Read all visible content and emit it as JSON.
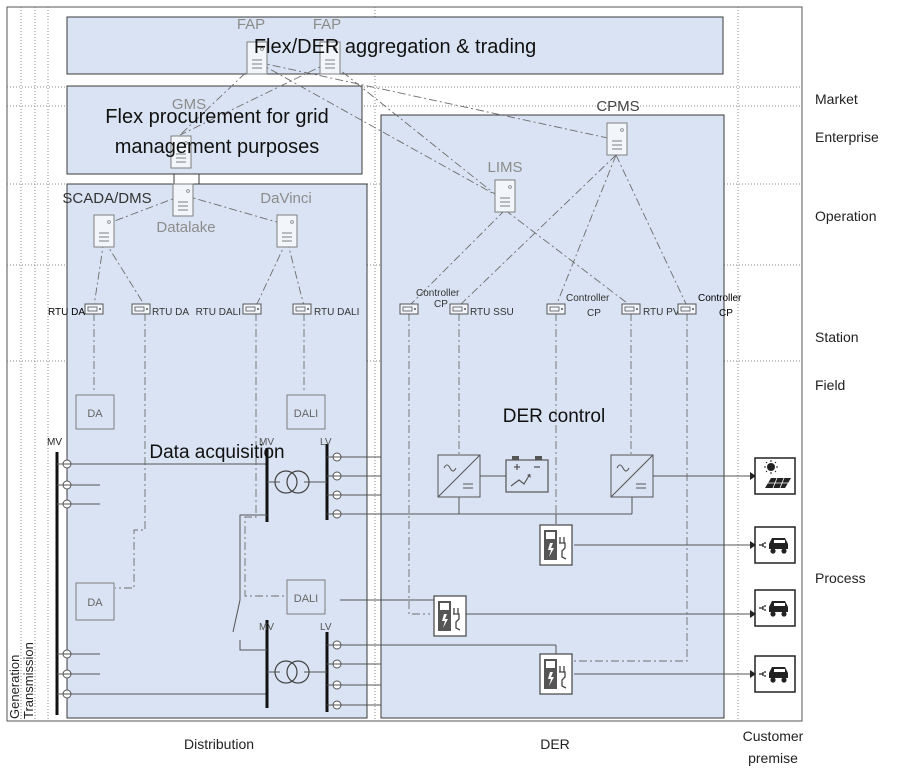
{
  "zones": {
    "distribution": "Distribution",
    "der": "DER",
    "customer_premise_line1": "Customer",
    "customer_premise_line2": "premise",
    "generation": "Generation",
    "transmission": "Transmission"
  },
  "levels": {
    "market": "Market",
    "enterprise": "Enterprise",
    "operation": "Operation",
    "station": "Station",
    "field": "Field",
    "process": "Process"
  },
  "boxes": {
    "flex_trading": "Flex/DER aggregation & trading",
    "flex_procurement_line1": "Flex procurement for grid",
    "flex_procurement_line2": "management purposes",
    "data_acquisition": "Data acquisition",
    "der_control": "DER control"
  },
  "servers": {
    "fap1": "FAP",
    "fap2": "FAP",
    "gms": "GMS",
    "cpms": "CPMS",
    "lims": "LIMS",
    "scada": "SCADA/DMS",
    "datalake": "Datalake",
    "davinci": "DaVinci"
  },
  "rtus": {
    "rtu_da_1": "RTU DA",
    "rtu_da_2": "RTU DA",
    "rtu_dali_1": "RTU DALI",
    "rtu_dali_2": "RTU DALI",
    "controller_cp_1_line1": "Controller",
    "controller_cp_1_line2": "CP",
    "rtu_ssu": "RTU SSU",
    "controller_cp_2_line1": "Controller",
    "controller_cp_2_line2": "CP",
    "rtu_pv": "RTU PV",
    "controller_cp_3_line1": "Controller",
    "controller_cp_3_line2": "CP"
  },
  "field_devices": {
    "da_1": "DA",
    "da_2": "DA",
    "dali_1": "DALI",
    "dali_2": "DALI"
  },
  "bus_labels": {
    "mv_left": "MV",
    "mv_1": "MV",
    "lv_1": "LV",
    "mv_2": "MV",
    "lv_2": "LV"
  },
  "colors": {
    "box_fill": "#dae3f3",
    "box_stroke": "#3b3b3b",
    "device_stroke": "#7f7f7f",
    "server_text": "#8c8c8c",
    "line": "#6d6d6d"
  }
}
